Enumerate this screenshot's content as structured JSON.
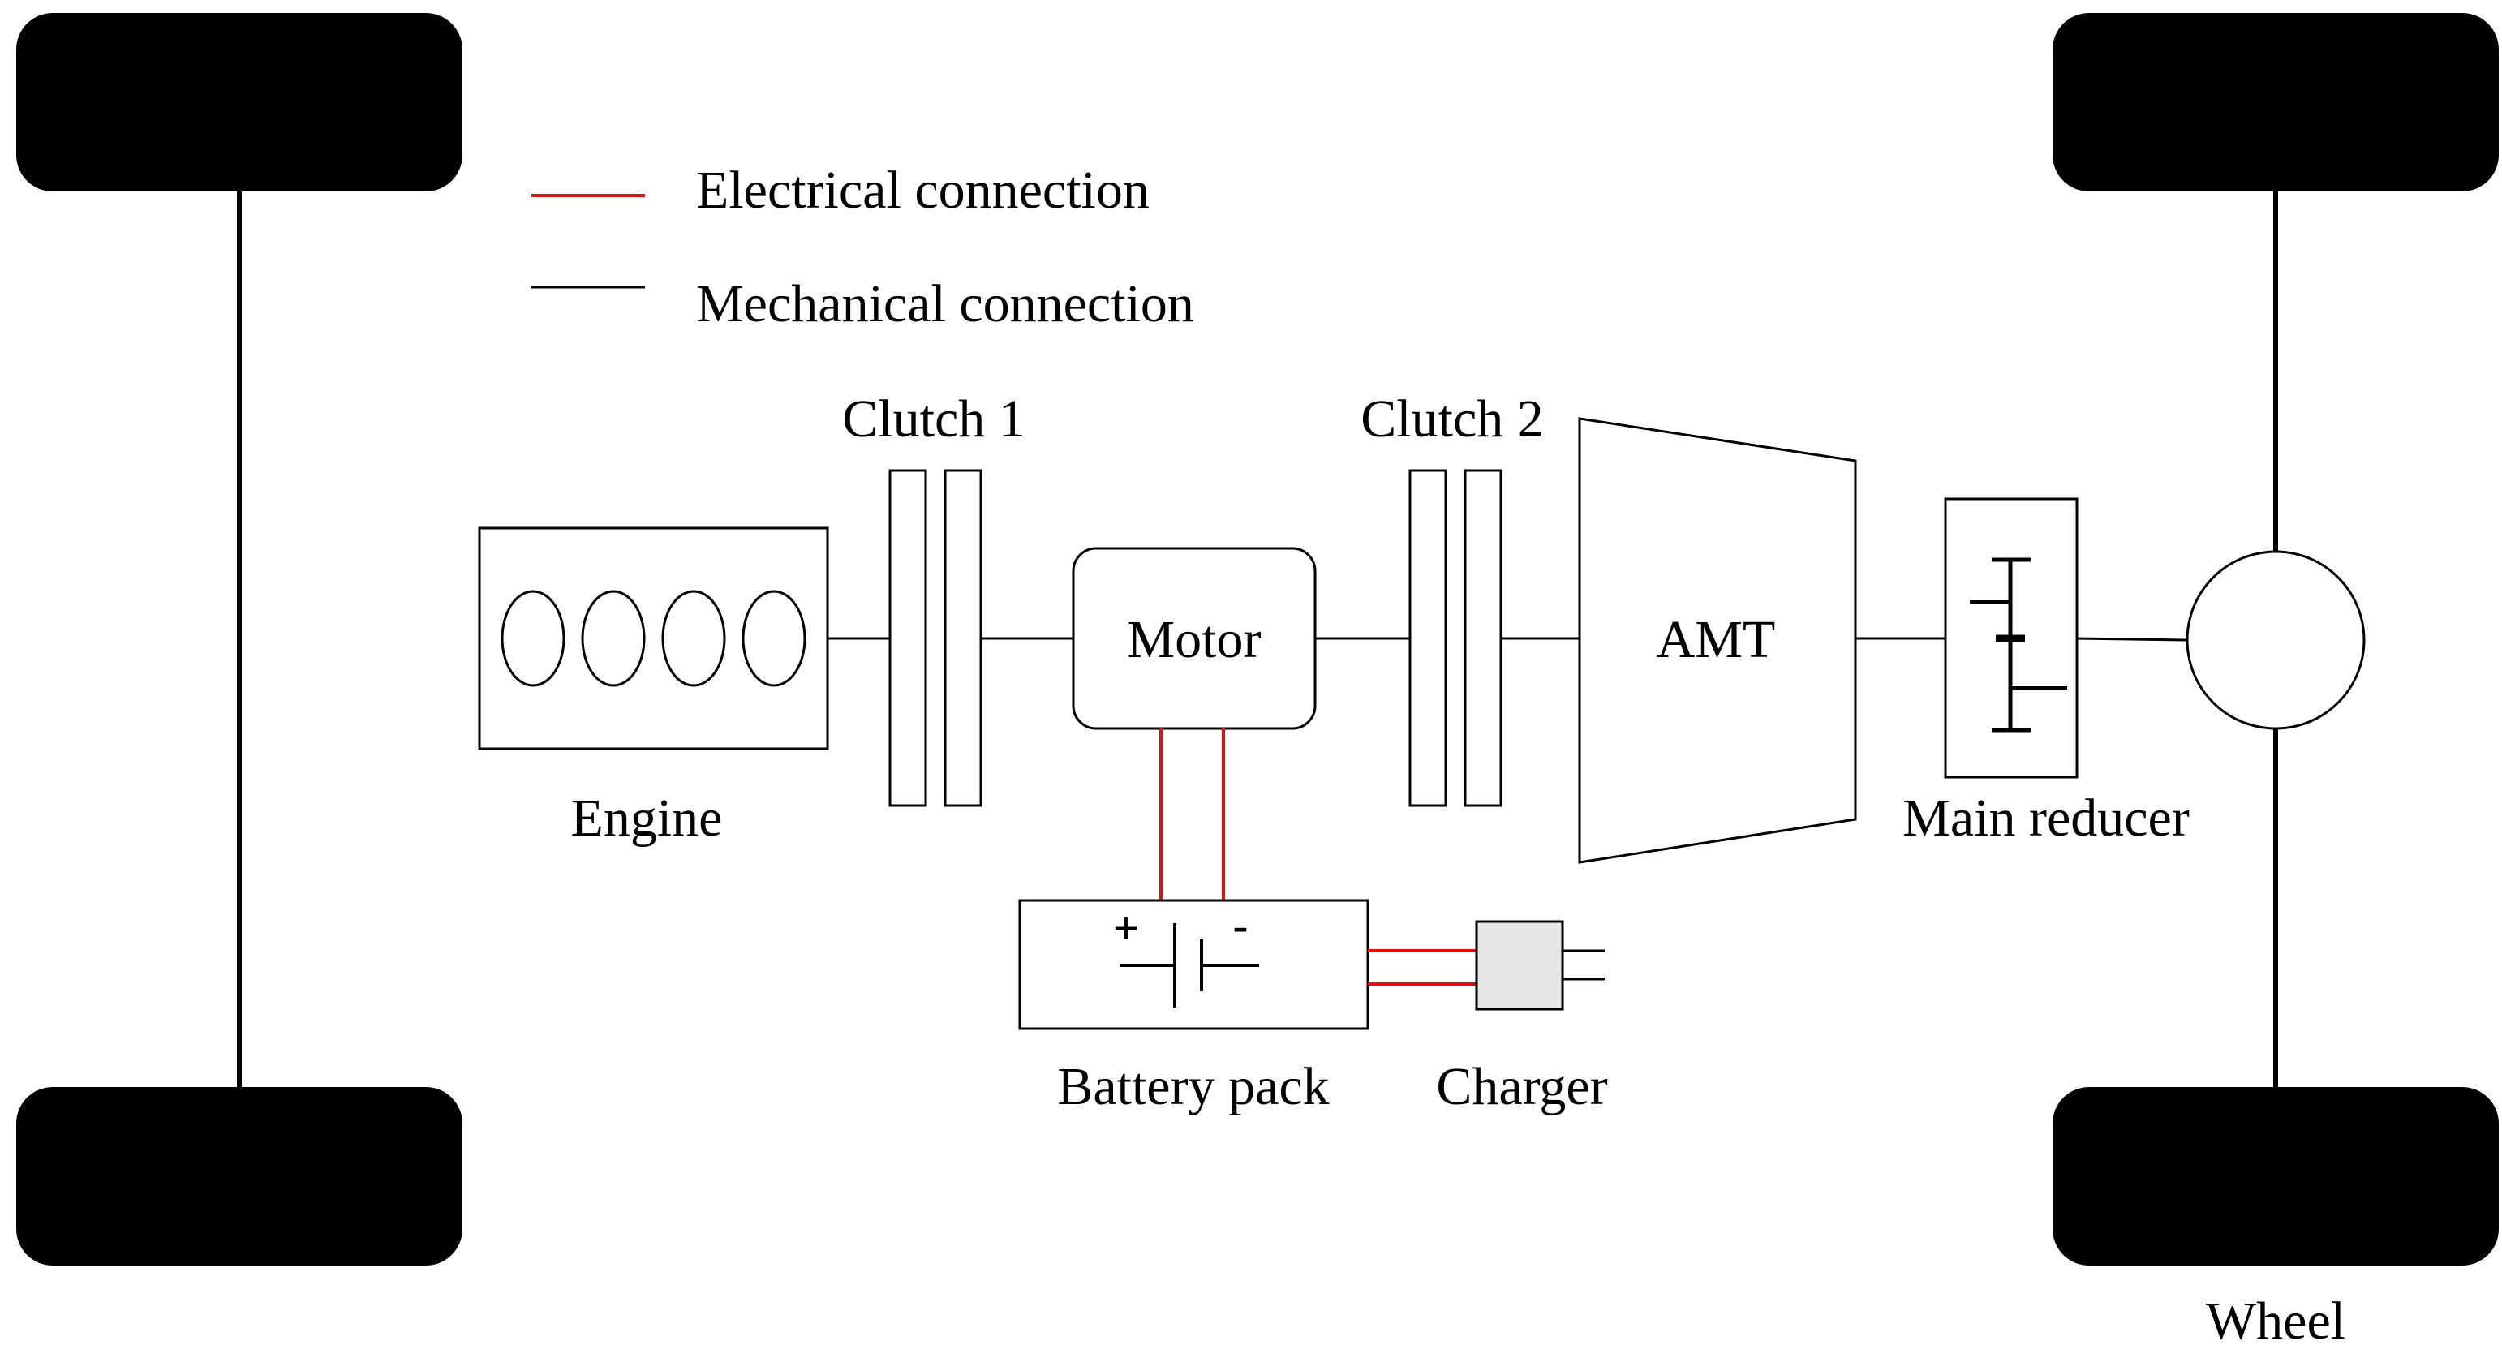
{
  "legend": {
    "electrical_label": "Electrical connection",
    "mechanical_label": "Mechanical connection"
  },
  "components": {
    "engine": "Engine",
    "clutch1": "Clutch 1",
    "motor": "Motor",
    "clutch2": "Clutch 2",
    "amt": "AMT",
    "main_reducer": "Main reducer",
    "battery_pack": "Battery pack",
    "charger": "Charger",
    "wheel": "Wheel"
  },
  "battery_symbols": {
    "plus": "+",
    "minus": "-"
  },
  "colors": {
    "electrical": "#e01010",
    "mechanical": "#000000",
    "wheel": "#000000",
    "charger_fill": "#e6e6e6"
  }
}
